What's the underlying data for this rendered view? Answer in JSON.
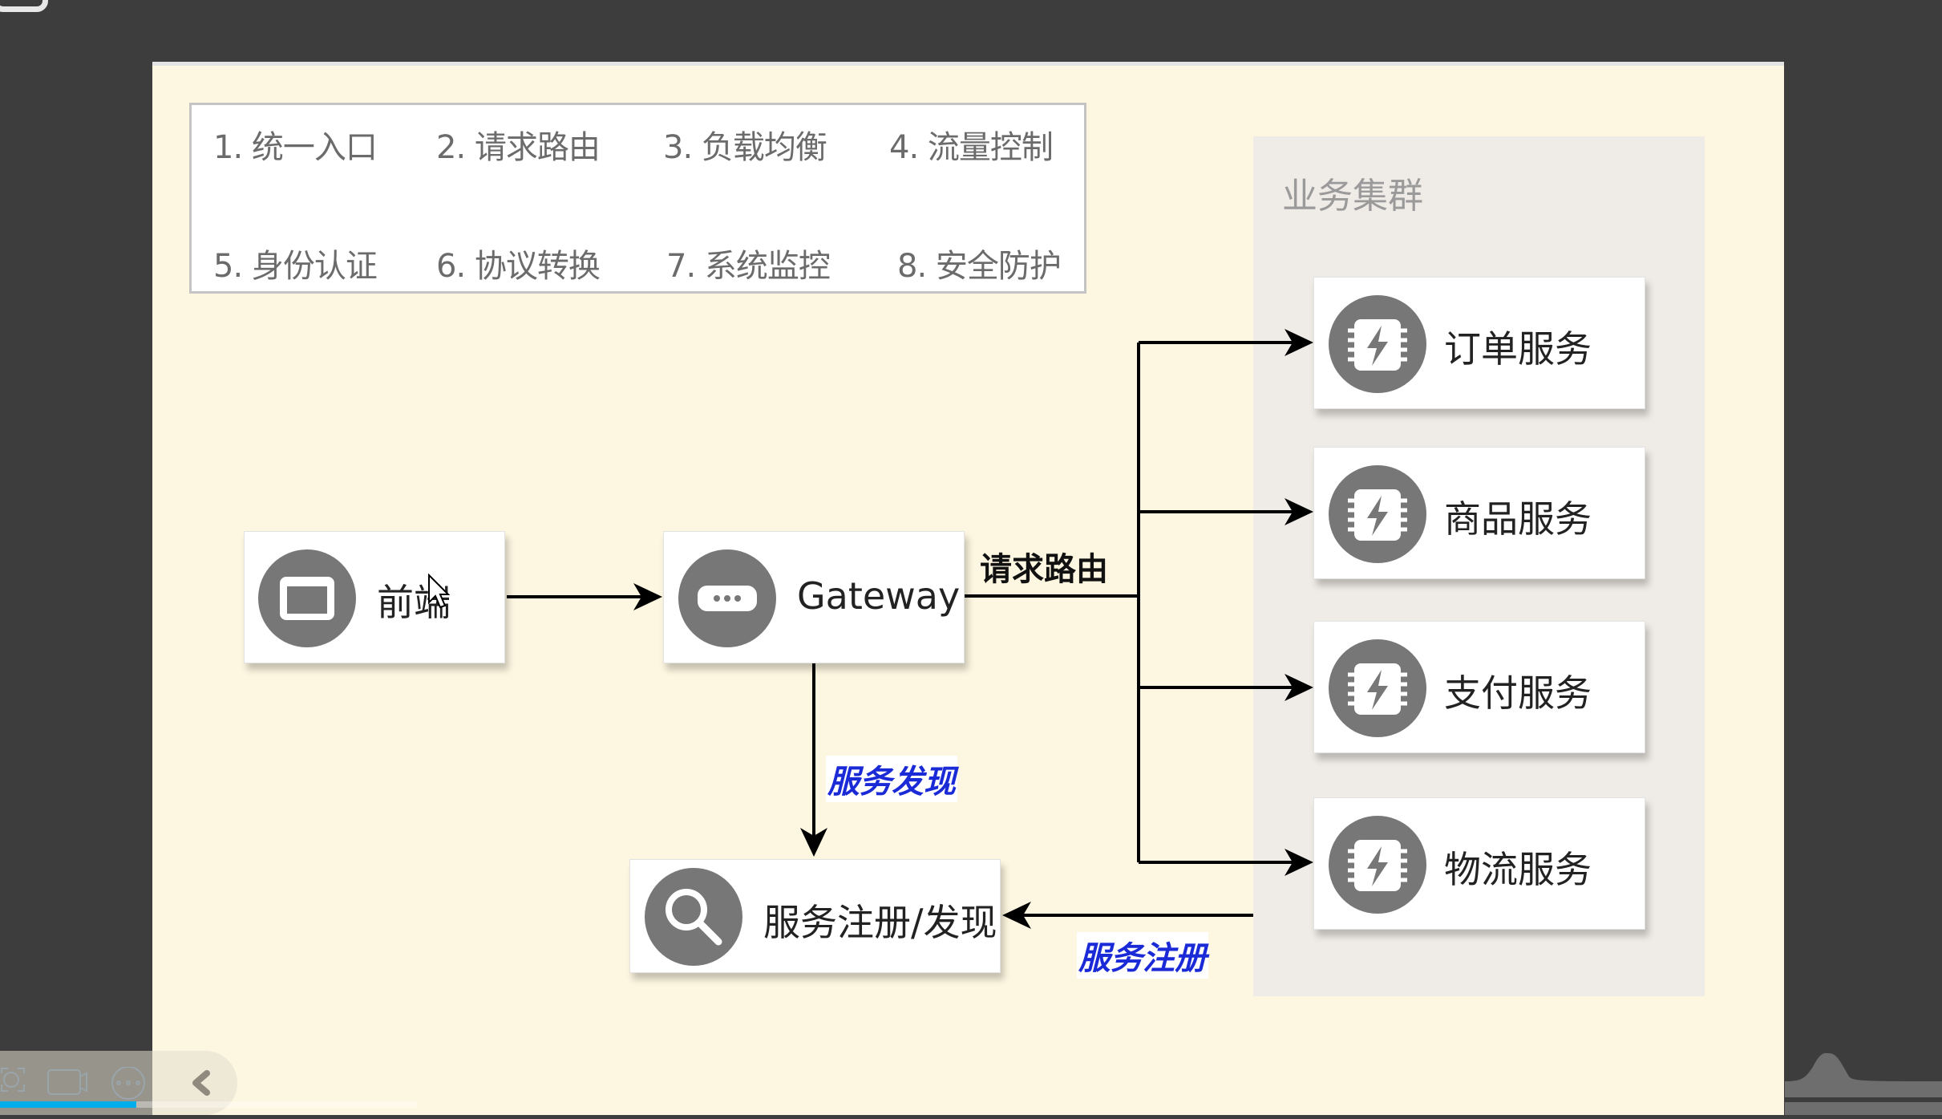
{
  "features": [
    {
      "label": "1. 统一入口"
    },
    {
      "label": "2. 请求路由"
    },
    {
      "label": "3. 负载均衡"
    },
    {
      "label": "4. 流量控制"
    },
    {
      "label": "5. 身份认证"
    },
    {
      "label": "6. 协议转换"
    },
    {
      "label": "7. 系统监控"
    },
    {
      "label": "8. 安全防护"
    }
  ],
  "cluster": {
    "title": "业务集群",
    "services": [
      {
        "label": "订单服务",
        "icon": "microservice-chip-icon"
      },
      {
        "label": "商品服务",
        "icon": "microservice-chip-icon"
      },
      {
        "label": "支付服务",
        "icon": "microservice-chip-icon"
      },
      {
        "label": "物流服务",
        "icon": "microservice-chip-icon"
      }
    ]
  },
  "nodes": {
    "frontend": {
      "label": "前端",
      "icon": "browser-window-icon"
    },
    "gateway": {
      "label": "Gateway",
      "icon": "more-dots-icon"
    },
    "registry": {
      "label": "服务注册/发现",
      "icon": "search-icon"
    }
  },
  "edges": {
    "routing_label": "请求路由",
    "discovery_label": "服务发现",
    "registration_label": "服务注册"
  },
  "colors": {
    "slide_background": "#fdf6e0",
    "cluster_background": "#efebe6",
    "icon_grey": "#777777",
    "edge_label_blue": "#1a2ad6",
    "progress_blue": "#00aeec"
  },
  "player": {
    "progress": 0.07,
    "toolbar_icons": [
      "screenshot-icon",
      "camera-icon",
      "more-icon"
    ],
    "collapse_icon": "chevron-left-icon"
  }
}
